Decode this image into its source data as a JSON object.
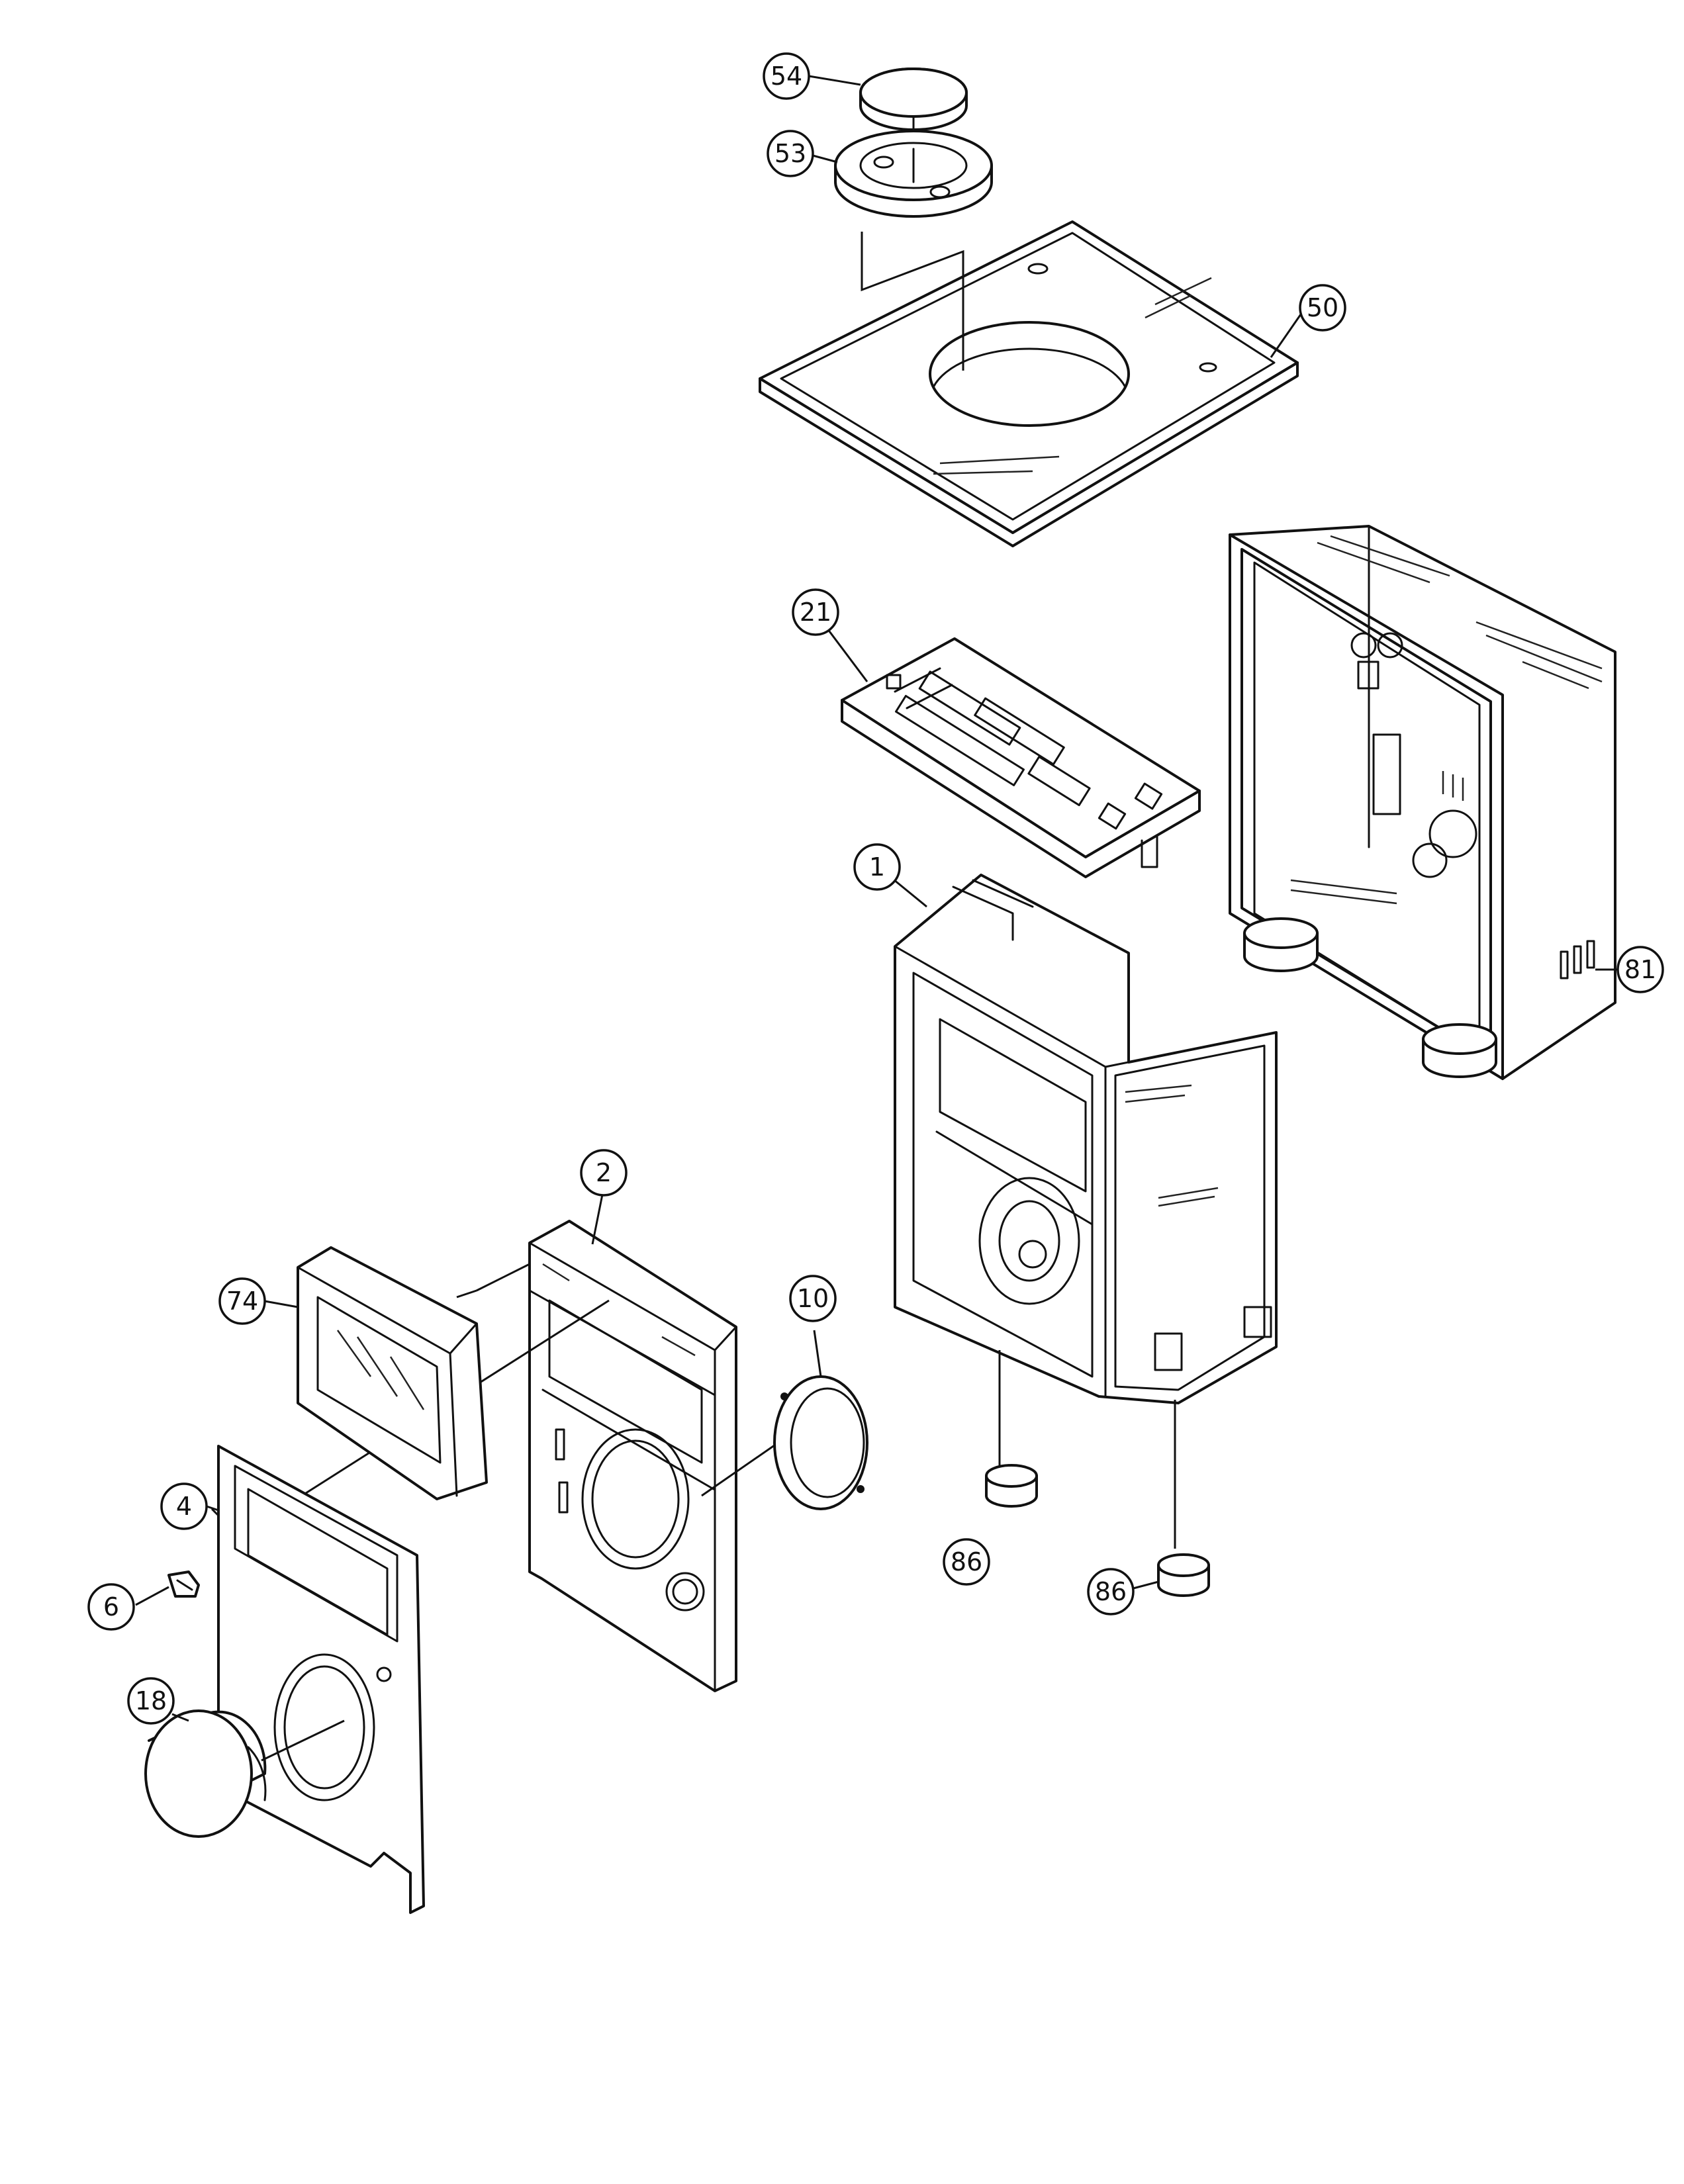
{
  "callouts": [
    {
      "id": "54",
      "label": "54"
    },
    {
      "id": "53",
      "label": "53"
    },
    {
      "id": "50",
      "label": "50"
    },
    {
      "id": "21",
      "label": "21"
    },
    {
      "id": "1",
      "label": "1"
    },
    {
      "id": "81",
      "label": "81"
    },
    {
      "id": "2",
      "label": "2"
    },
    {
      "id": "74",
      "label": "74"
    },
    {
      "id": "10",
      "label": "10"
    },
    {
      "id": "4",
      "label": "4"
    },
    {
      "id": "6",
      "label": "6"
    },
    {
      "id": "18",
      "label": "18"
    },
    {
      "id": "86a",
      "label": "86"
    },
    {
      "id": "86b",
      "label": "86"
    }
  ],
  "colors": {
    "line": "#111111",
    "background": "#ffffff"
  }
}
